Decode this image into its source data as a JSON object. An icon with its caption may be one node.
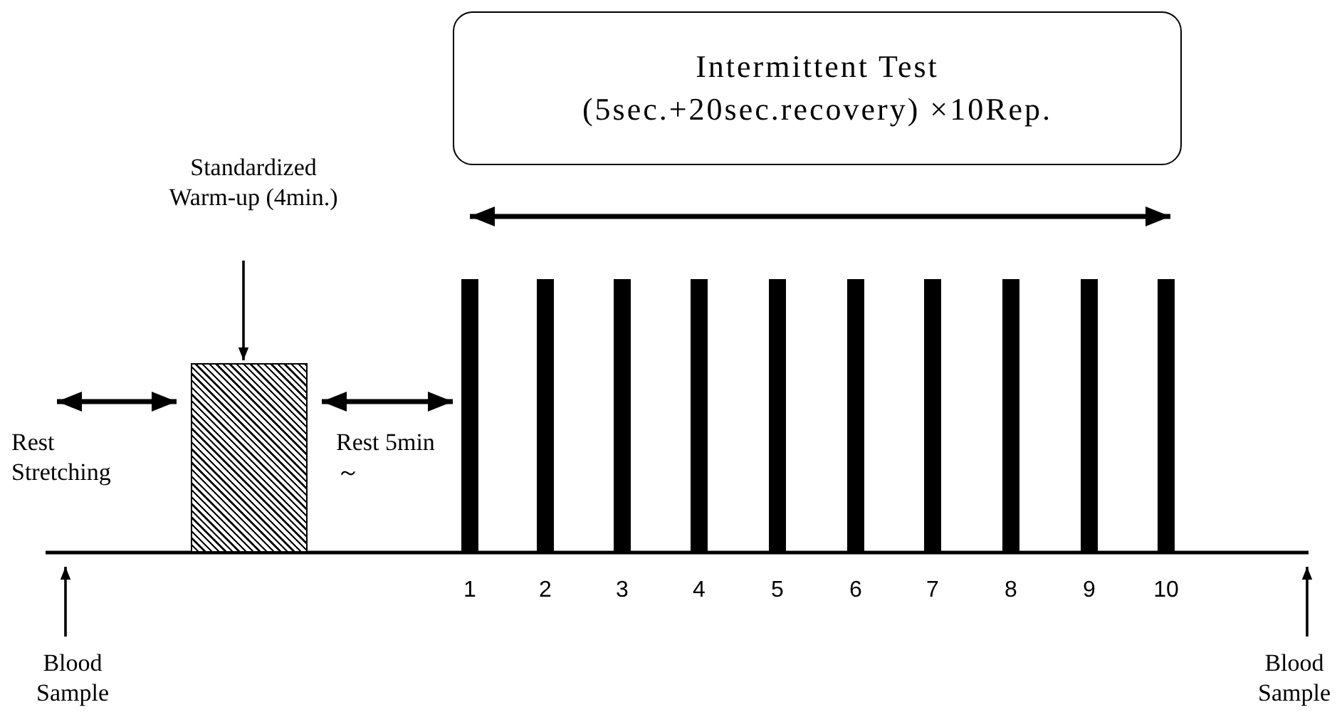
{
  "diagram": {
    "nodes": [
      {
        "text": [
          "Intermittent Test",
          "(5sec.+20sec.recovery) ×10Rep."
        ]
      },
      {
        "text": [
          "Standardized Warm-up (4min.)"
        ]
      },
      {
        "text": [],
        "shape": "box"
      },
      {
        "text": [
          "Blood Sample"
        ]
      },
      {
        "text": [
          "Blood Sample"
        ]
      }
    ],
    "edges": [
      {
        "from": 1,
        "to": 2,
        "arrow": "to"
      },
      {
        "from": 3,
        "to": null,
        "arrow": "to"
      },
      {
        "from": 4,
        "to": null,
        "arrow": "to"
      }
    ],
    "labels": [
      "Rest Stretching",
      "Rest 5min～",
      "1",
      "2",
      "3",
      "4",
      "5",
      "6",
      "7",
      "8",
      "9",
      "10"
    ]
  }
}
